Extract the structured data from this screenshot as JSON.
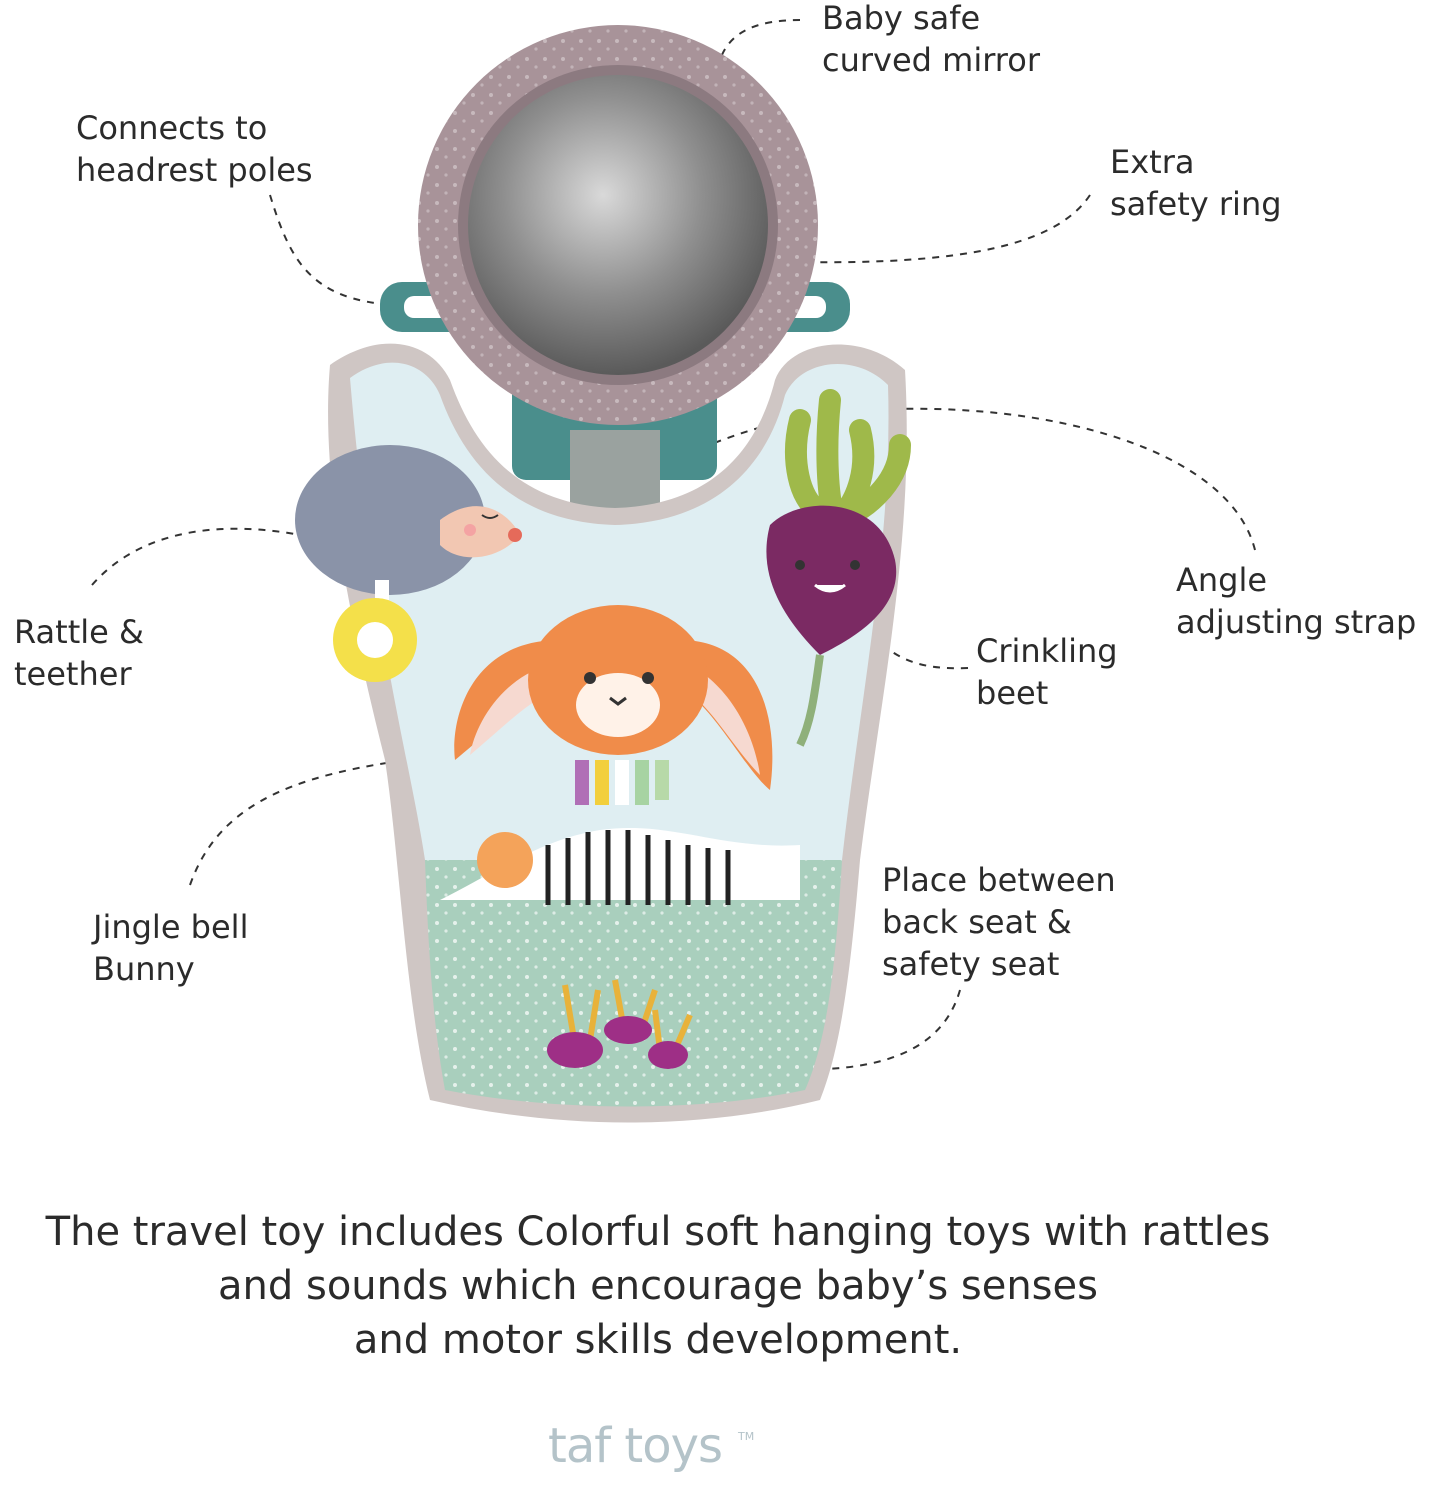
{
  "callouts": {
    "mirror": [
      "Baby safe",
      "curved mirror"
    ],
    "headrest": [
      "Connects to",
      "headrest poles"
    ],
    "ring": [
      "Extra",
      "safety ring"
    ],
    "strap": [
      "Angle",
      "adjusting strap"
    ],
    "rattle": [
      "Rattle &",
      "teether"
    ],
    "beet": [
      "Crinkling",
      "beet"
    ],
    "bunny": [
      "Jingle bell",
      "Bunny"
    ],
    "seat": [
      "Place between",
      "back seat &",
      "safety seat"
    ]
  },
  "caption": [
    "The travel toy includes Colorful soft hanging toys with rattles",
    "and sounds which encourage baby’s senses",
    "and motor skills development."
  ],
  "logo": {
    "text": "taf toys",
    "tm": "TM"
  },
  "colors": {
    "ring": "#a89399",
    "teal": "#4a8e8c",
    "panel_border": "#cfc6c4",
    "panel_sky": "#dfeef2",
    "panel_grass": "#a9cfbd",
    "bunny": "#f08c4a",
    "beet": "#7b2a63",
    "hedgehog": "#8a93a8",
    "teether": "#f4e04a",
    "text": "#2b2b2b",
    "logo": "#b4c3c9"
  }
}
